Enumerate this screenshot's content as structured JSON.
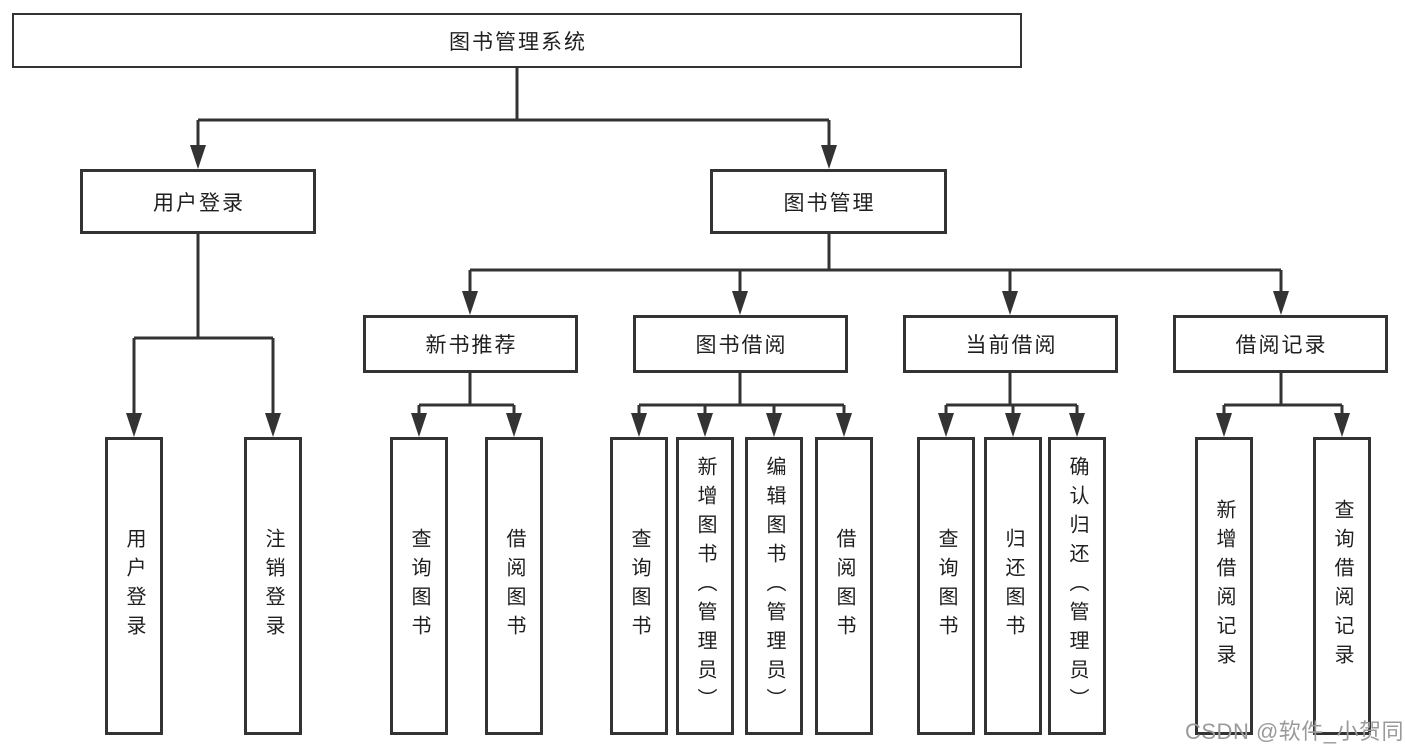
{
  "tree": {
    "label": "图书管理系统",
    "children": [
      {
        "label": "用户登录",
        "children": [
          {
            "label": "用户登录"
          },
          {
            "label": "注销登录"
          }
        ]
      },
      {
        "label": "图书管理",
        "children": [
          {
            "label": "新书推荐",
            "children": [
              {
                "label": "查询图书"
              },
              {
                "label": "借阅图书"
              }
            ]
          },
          {
            "label": "图书借阅",
            "children": [
              {
                "label": "查询图书"
              },
              {
                "label": "新增图书（管理员）"
              },
              {
                "label": "编辑图书（管理员）"
              },
              {
                "label": "借阅图书"
              }
            ]
          },
          {
            "label": "当前借阅",
            "children": [
              {
                "label": "查询图书"
              },
              {
                "label": "归还图书"
              },
              {
                "label": "确认归还（管理员）"
              }
            ]
          },
          {
            "label": "借阅记录",
            "children": [
              {
                "label": "新增借阅记录"
              },
              {
                "label": "查询借阅记录"
              }
            ]
          }
        ]
      }
    ]
  },
  "watermark": {
    "text": "CSDN @软件_小贺同学"
  },
  "colors": {
    "line": "#333333",
    "box_border": "#333333",
    "text": "#1f1f1f",
    "watermark": "#9a9a9a",
    "background": "#ffffff"
  }
}
